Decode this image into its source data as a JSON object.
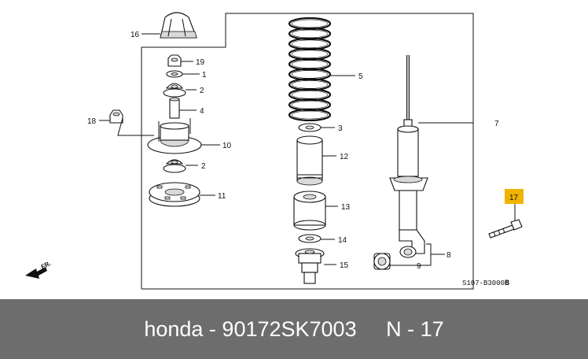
{
  "footer": {
    "brand": "honda",
    "sep1": " - ",
    "part_number": "90172SK7003",
    "gap": "     ",
    "ref_prefix": "N",
    "sep2": " - ",
    "ref_number": "17"
  },
  "diagram": {
    "code": "S107-B3000",
    "code_suffix": "B",
    "direction": "FR.",
    "highlight_color": "#f0b400",
    "callouts": {
      "p1": "1",
      "p2a": "2",
      "p2b": "2",
      "p3": "3",
      "p4": "4",
      "p5": "5",
      "p7": "7",
      "p8": "8",
      "p9": "9",
      "p10": "10",
      "p11": "11",
      "p12": "12",
      "p13": "13",
      "p14": "14",
      "p15": "15",
      "p16": "16",
      "p17": "17",
      "p18": "18",
      "p19": "19"
    }
  }
}
